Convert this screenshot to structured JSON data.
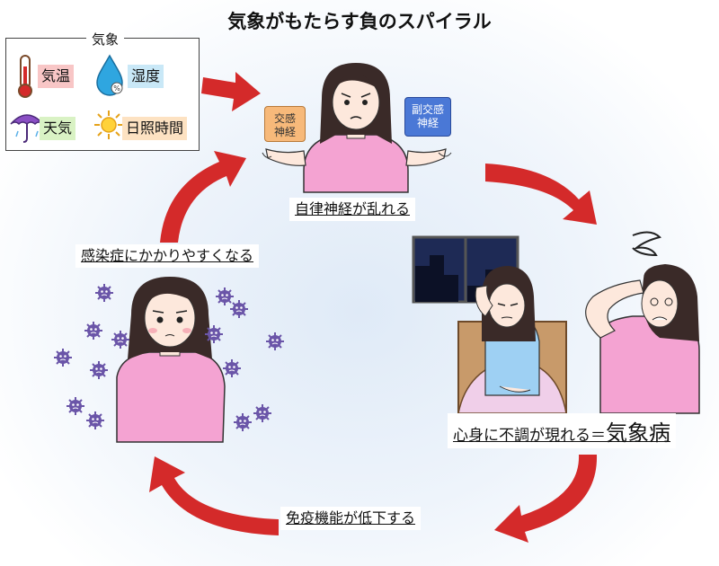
{
  "title": "気象がもたらす負のスパイラル",
  "weather": {
    "heading": "気象",
    "items": [
      {
        "label": "気温",
        "icon": "thermometer-icon",
        "color": "#f8c6c6"
      },
      {
        "label": "湿度",
        "icon": "water-drop-icon",
        "color": "#c9e8f7"
      },
      {
        "label": "天気",
        "icon": "umbrella-icon",
        "color": "#d9f2c4"
      },
      {
        "label": "日照時間",
        "icon": "sun-icon",
        "color": "#fde2c2"
      }
    ],
    "drop_symbol": "%"
  },
  "nerves": {
    "sympathetic": "交感\n神経",
    "parasympathetic": "副交感\n神経",
    "sympathetic_color": "#f7b97a",
    "parasympathetic_color": "#4a78d6"
  },
  "stages": {
    "autonomic": "自律神経が乱れる",
    "symptom_prefix": "心身に不調が現れる＝",
    "symptom_main": "気象病",
    "immunity": "免疫機能が低下する",
    "infection": "感染症にかかりやすくなる"
  },
  "colors": {
    "arrow": "#d42a2a",
    "shirt": "#f4a3d2",
    "skin": "#fde8dc",
    "hair": "#3a2a28",
    "virus": "#6a55a8"
  }
}
